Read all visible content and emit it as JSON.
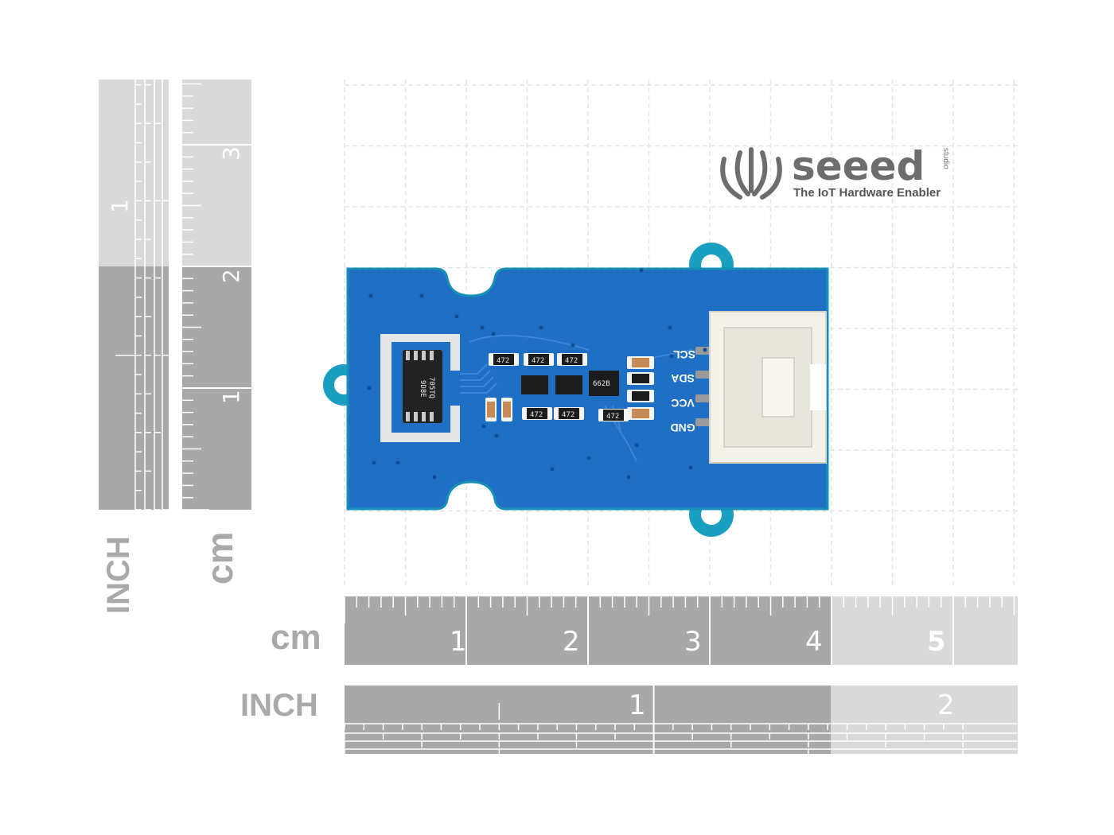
{
  "brand": {
    "name": "seeed",
    "sub": "studio",
    "tagline": "The IoT Hardware Enabler"
  },
  "rulers": {
    "vertical_inch_label": "INCH",
    "vertical_cm_label": "cm",
    "vertical_inch_numbers": [
      "1"
    ],
    "vertical_cm_numbers": [
      "3",
      "2",
      "1"
    ],
    "horizontal_cm_label": "cm",
    "horizontal_cm_numbers": [
      "1",
      "2",
      "3",
      "4",
      "5"
    ],
    "horizontal_inch_label": "INCH",
    "horizontal_inch_numbers": [
      "1",
      "2"
    ]
  },
  "board": {
    "pins": [
      "SCL",
      "SDA",
      "VCC",
      "GND"
    ],
    "resistor_codes": [
      "472",
      "472",
      "472",
      "472",
      "472",
      "472"
    ],
    "chip_code": "662B",
    "sensor_marking": [
      "9D8E",
      "705TQ"
    ]
  },
  "colors": {
    "pcb": "#1f6fc4",
    "ruler_dark": "#a8a8a8",
    "ruler_light": "#d9d9d9",
    "grid": "#e6e6e6"
  }
}
